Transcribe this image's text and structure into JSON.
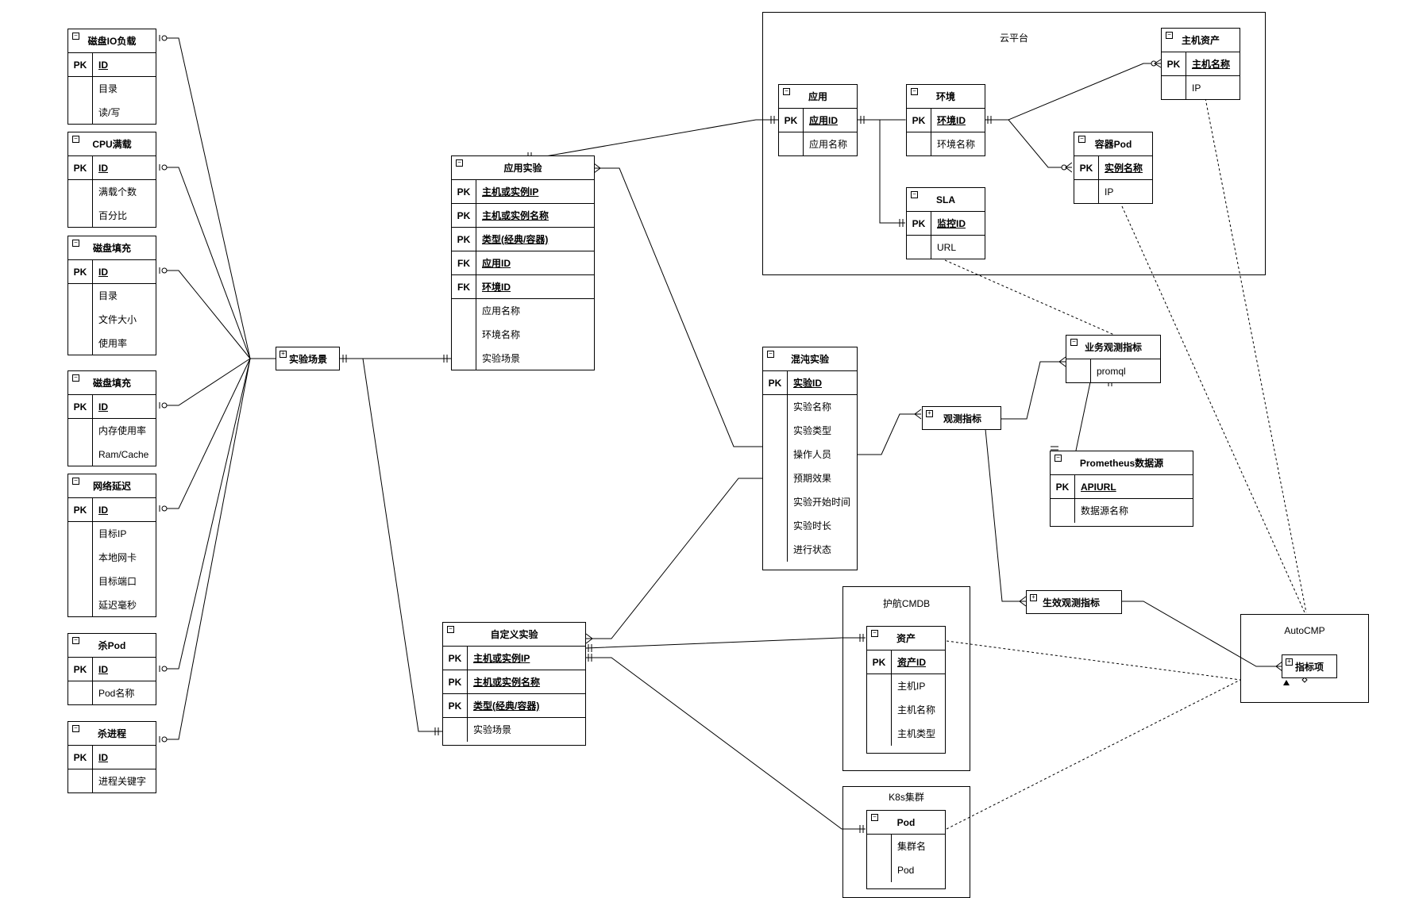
{
  "containers": {
    "cloud": "云平台",
    "cmdb": "护航CMDB",
    "k8s": "K8s集群",
    "autocmp": "AutoCMP"
  },
  "entities": {
    "disk_io": {
      "title": "磁盘IO负载",
      "rows": [
        {
          "k": "PK",
          "n": "ID"
        },
        {
          "k": "",
          "n": "目录"
        },
        {
          "k": "",
          "n": "读/写"
        }
      ]
    },
    "cpu": {
      "title": "CPU满载",
      "rows": [
        {
          "k": "PK",
          "n": "ID"
        },
        {
          "k": "",
          "n": "满载个数"
        },
        {
          "k": "",
          "n": "百分比"
        }
      ]
    },
    "disk_fill": {
      "title": "磁盘填充",
      "rows": [
        {
          "k": "PK",
          "n": "ID"
        },
        {
          "k": "",
          "n": "目录"
        },
        {
          "k": "",
          "n": "文件大小"
        },
        {
          "k": "",
          "n": "使用率"
        }
      ]
    },
    "mem_fill": {
      "title": "磁盘填充",
      "rows": [
        {
          "k": "PK",
          "n": "ID"
        },
        {
          "k": "",
          "n": "内存使用率"
        },
        {
          "k": "",
          "n": "Ram/Cache"
        }
      ]
    },
    "net_delay": {
      "title": "网络延迟",
      "rows": [
        {
          "k": "PK",
          "n": "ID"
        },
        {
          "k": "",
          "n": "目标IP"
        },
        {
          "k": "",
          "n": "本地网卡"
        },
        {
          "k": "",
          "n": "目标端口"
        },
        {
          "k": "",
          "n": "延迟毫秒"
        }
      ]
    },
    "kill_pod": {
      "title": "杀Pod",
      "rows": [
        {
          "k": "PK",
          "n": "ID"
        },
        {
          "k": "",
          "n": "Pod名称"
        }
      ]
    },
    "kill_proc": {
      "title": "杀进程",
      "rows": [
        {
          "k": "PK",
          "n": "ID"
        },
        {
          "k": "",
          "n": "进程关键字"
        }
      ]
    },
    "app_exp": {
      "title": "应用实验",
      "rows": [
        {
          "k": "PK",
          "n": "主机或实例IP"
        },
        {
          "k": "PK",
          "n": "主机或实例名称"
        },
        {
          "k": "PK",
          "n": "类型(经典/容器)"
        },
        {
          "k": "FK",
          "n": "应用ID"
        },
        {
          "k": "FK",
          "n": "环境ID"
        },
        {
          "k": "",
          "n": "应用名称"
        },
        {
          "k": "",
          "n": "环境名称"
        },
        {
          "k": "",
          "n": "实验场景"
        }
      ]
    },
    "custom_exp": {
      "title": "自定义实验",
      "rows": [
        {
          "k": "PK",
          "n": "主机或实例IP"
        },
        {
          "k": "PK",
          "n": "主机或实例名称"
        },
        {
          "k": "PK",
          "n": "类型(经典/容器)"
        },
        {
          "k": "",
          "n": "实验场景"
        }
      ]
    },
    "chaos_exp": {
      "title": "混沌实验",
      "rows": [
        {
          "k": "PK",
          "n": "实验ID"
        },
        {
          "k": "",
          "n": "实验名称"
        },
        {
          "k": "",
          "n": "实验类型"
        },
        {
          "k": "",
          "n": "操作人员"
        },
        {
          "k": "",
          "n": "预期效果"
        },
        {
          "k": "",
          "n": "实验开始时间"
        },
        {
          "k": "",
          "n": "实验时长"
        },
        {
          "k": "",
          "n": "进行状态"
        }
      ]
    },
    "app": {
      "title": "应用",
      "rows": [
        {
          "k": "PK",
          "n": "应用ID"
        },
        {
          "k": "",
          "n": "应用名称"
        }
      ]
    },
    "env": {
      "title": "环境",
      "rows": [
        {
          "k": "PK",
          "n": "环境ID"
        },
        {
          "k": "",
          "n": "环境名称"
        }
      ]
    },
    "sla": {
      "title": "SLA",
      "rows": [
        {
          "k": "PK",
          "n": "监控ID"
        },
        {
          "k": "",
          "n": "URL"
        }
      ]
    },
    "host_asset": {
      "title": "主机资产",
      "rows": [
        {
          "k": "PK",
          "n": "主机名称"
        },
        {
          "k": "",
          "n": "IP"
        }
      ]
    },
    "container_pod": {
      "title": "容器Pod",
      "rows": [
        {
          "k": "PK",
          "n": "实例名称"
        },
        {
          "k": "",
          "n": "IP"
        }
      ]
    },
    "biz_metric": {
      "title": "业务观测指标",
      "rows": [
        {
          "k": "",
          "n": "promql"
        }
      ]
    },
    "prometheus": {
      "title": "Prometheus数据源",
      "rows": [
        {
          "k": "PK",
          "n": "APIURL"
        },
        {
          "k": "",
          "n": "数据源名称"
        }
      ]
    },
    "asset": {
      "title": "资产",
      "rows": [
        {
          "k": "PK",
          "n": "资产ID"
        },
        {
          "k": "",
          "n": "主机IP"
        },
        {
          "k": "",
          "n": "主机名称"
        },
        {
          "k": "",
          "n": "主机类型"
        }
      ]
    },
    "pod": {
      "title": "Pod",
      "rows": [
        {
          "k": "",
          "n": "集群名"
        },
        {
          "k": "",
          "n": "Pod"
        }
      ]
    }
  },
  "collapsed": {
    "scene": "实验场景",
    "observe": "观测指标",
    "effective": "生效观测指标",
    "indicator": "指标项"
  }
}
